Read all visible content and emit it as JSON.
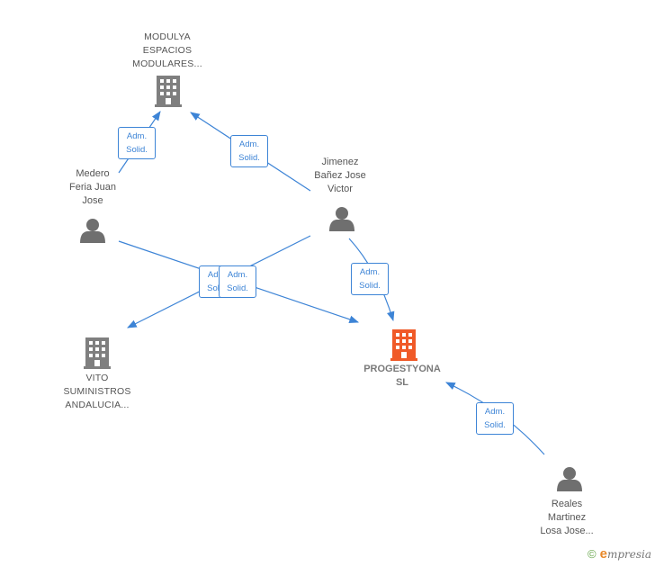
{
  "colors": {
    "edge": "#3d84d6",
    "company": "#7f7f7f",
    "focus_company": "#f05a28",
    "person": "#6f6f6f"
  },
  "nodes": {
    "modulya": {
      "label": "MODULYA\nESPACIOS\nMODULARES...",
      "icon": "building-icon"
    },
    "medero": {
      "label": "Medero\nFeria Juan\nJose",
      "icon": "person-icon"
    },
    "jimenez": {
      "label": "Jimenez\nBañez Jose\nVictor",
      "icon": "person-icon"
    },
    "vito": {
      "label": "VITO\nSUMINISTROS\nANDALUCIA...",
      "icon": "building-icon"
    },
    "progestyona": {
      "label": "PROGESTYONA\nSL",
      "icon": "building-icon"
    },
    "reales": {
      "label": "Reales\nMartinez\nLosa Jose...",
      "icon": "person-icon"
    }
  },
  "edges": [
    {
      "from": "medero",
      "to": "modulya",
      "label": "Adm.\nSolid."
    },
    {
      "from": "jimenez",
      "to": "modulya",
      "label": "Adm.\nSolid."
    },
    {
      "from": "medero",
      "to": "progestyona",
      "label": "Adm.\nSolid."
    },
    {
      "from": "jimenez",
      "to": "vito",
      "label": "Adm.\nSolid."
    },
    {
      "from": "jimenez",
      "to": "progestyona",
      "label": "Adm.\nSolid."
    },
    {
      "from": "reales",
      "to": "progestyona",
      "label": "Adm.\nSolid."
    }
  ],
  "footer": {
    "copyright": "©",
    "brand_initial": "e",
    "brand_rest": "mpresia"
  }
}
